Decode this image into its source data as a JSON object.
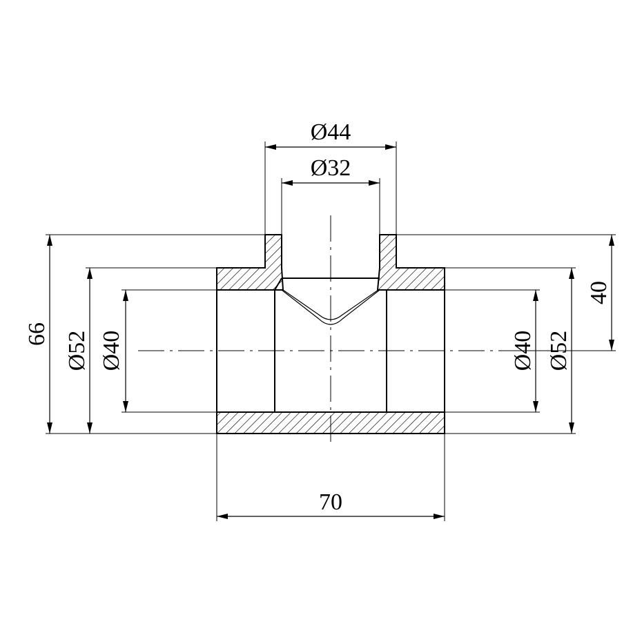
{
  "drawing": {
    "dimensions": {
      "top_outer_diameter": "Ø44",
      "top_inner_diameter": "Ø32",
      "overall_height": "66",
      "left_outer_diameter": "Ø52",
      "left_inner_diameter": "Ø40",
      "right_inner_diameter": "Ø40",
      "right_outer_diameter": "Ø52",
      "branch_height": "40",
      "overall_length": "70"
    },
    "colors": {
      "line": "#000000",
      "background": "#ffffff"
    }
  }
}
